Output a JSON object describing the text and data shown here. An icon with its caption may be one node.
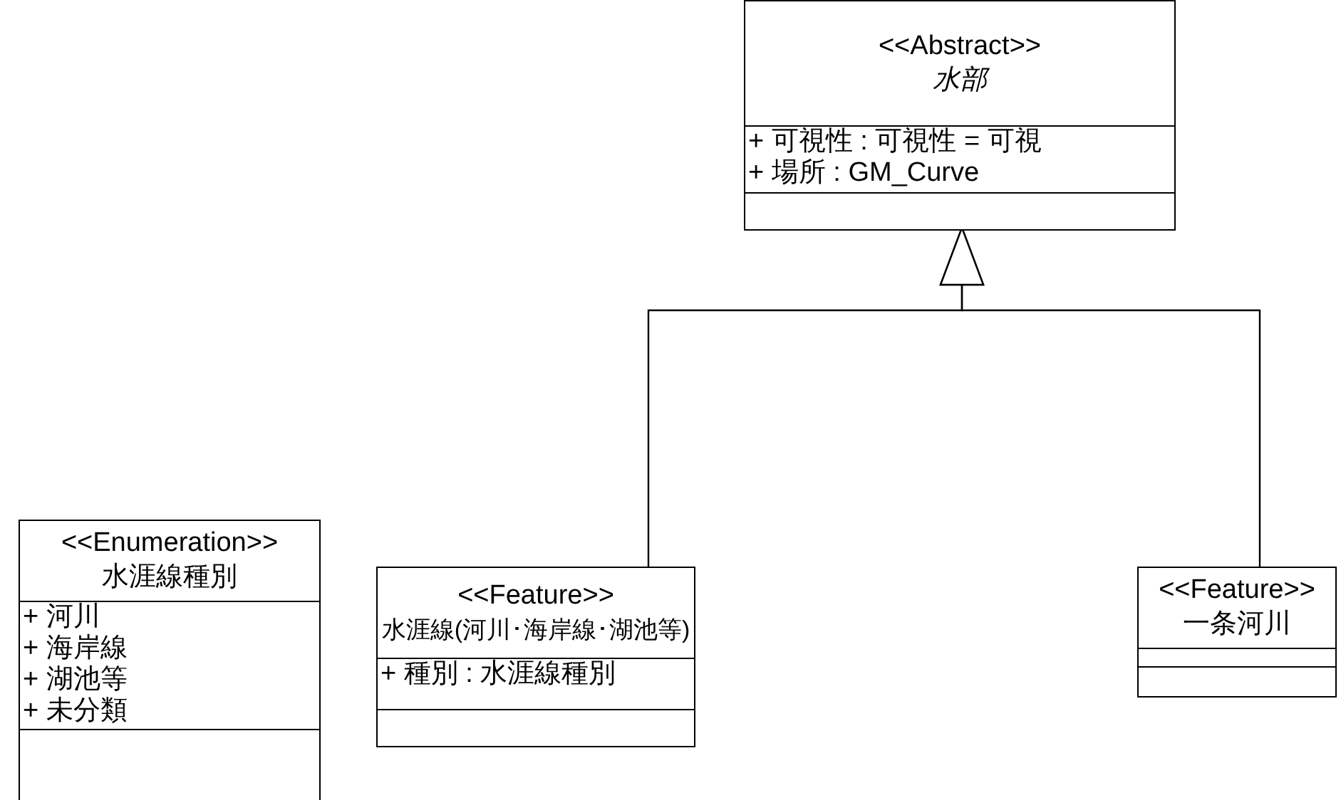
{
  "diagram": {
    "nodes": [
      {
        "text": [
          "<<Abstract>>",
          "水部",
          "+ 可視性 : 可視性 = 可視",
          "+ 場所 : GM_Curve"
        ]
      },
      {
        "text": [
          "<<Enumeration>>",
          "水涯線種別",
          "+ 河川",
          "+ 海岸線",
          "+ 湖池等",
          "+ 未分類"
        ]
      },
      {
        "text": [
          "<<Feature>>",
          "水涯線(河川･海岸線･湖池等)",
          "+ 種別 : 水涯線種別"
        ]
      },
      {
        "text": [
          "<<Feature>>",
          "一条河川"
        ]
      }
    ],
    "edges": [
      {
        "from": 2,
        "to": 0,
        "arrow": "to"
      },
      {
        "from": 3,
        "to": 0,
        "arrow": "to"
      }
    ]
  }
}
